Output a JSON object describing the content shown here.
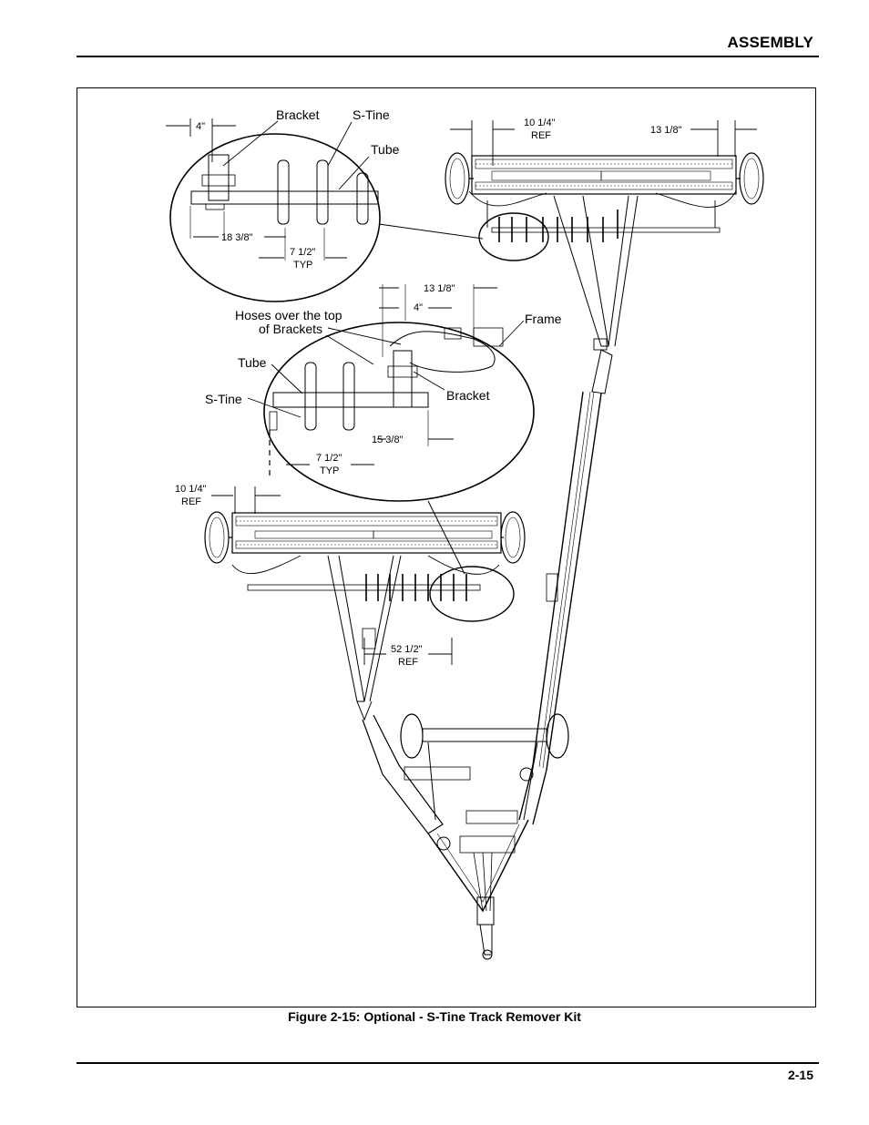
{
  "header": {
    "section_title": "ASSEMBLY"
  },
  "figure": {
    "caption": "Figure 2-15:  Optional - S-Tine Track Remover Kit",
    "detail_top": {
      "labels": {
        "bracket": "Bracket",
        "s_tine": "S-Tine",
        "tube": "Tube"
      },
      "dims": {
        "d1": "4\"",
        "d2": "18 3/8\"",
        "d3a": "7 1/2\"",
        "d3b": "TYP"
      }
    },
    "top_rake": {
      "dims": {
        "d1a": "10 1/4\"",
        "d1b": "REF",
        "d2": "13 1/8\""
      }
    },
    "detail_mid": {
      "labels": {
        "hoses_a": "Hoses over the top",
        "hoses_b": "of Brackets",
        "frame": "Frame",
        "tube": "Tube",
        "s_tine": "S-Tine",
        "bracket": "Bracket"
      },
      "dims": {
        "d1": "13 1/8\"",
        "d2": "4\"",
        "d3": "15 3/8\"",
        "d4a": "7 1/2\"",
        "d4b": "TYP"
      }
    },
    "left_rake": {
      "dims": {
        "d1a": "10 1/4\"",
        "d1b": "REF",
        "d2a": "52 1/2\"",
        "d2b": "REF"
      }
    }
  },
  "footer": {
    "page_number": "2-15"
  }
}
